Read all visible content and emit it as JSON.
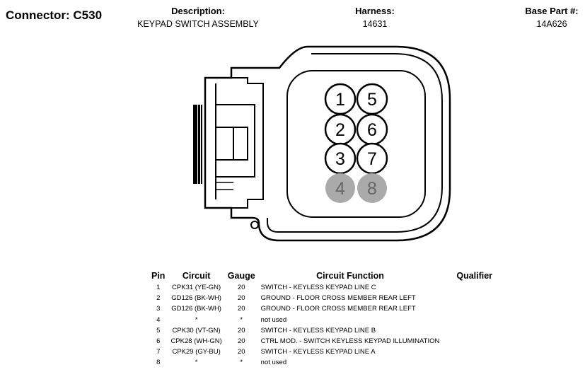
{
  "header": {
    "connector": "Connector: C530",
    "description_label": "Description:",
    "description_value": "KEYPAD SWITCH ASSEMBLY",
    "harness_label": "Harness:",
    "harness_value": "14631",
    "base_part_label": "Base Part #:",
    "base_part_value": "14A626"
  },
  "connector_pins": [
    {
      "label": "1",
      "used": true
    },
    {
      "label": "5",
      "used": true
    },
    {
      "label": "2",
      "used": true
    },
    {
      "label": "6",
      "used": true
    },
    {
      "label": "3",
      "used": true
    },
    {
      "label": "7",
      "used": true
    },
    {
      "label": "4",
      "used": false
    },
    {
      "label": "8",
      "used": false
    }
  ],
  "colors": {
    "unused_pin": "#aaaaaa",
    "unused_pin_text": "#666666"
  },
  "table": {
    "headers": [
      "Pin",
      "Circuit",
      "Gauge",
      "Circuit Function",
      "Qualifier"
    ],
    "rows": [
      {
        "pin": "1",
        "circuit": "CPK31 (YE-GN)",
        "gauge": "20",
        "function": "SWITCH - KEYLESS KEYPAD LINE C",
        "qualifier": ""
      },
      {
        "pin": "2",
        "circuit": "GD126 (BK-WH)",
        "gauge": "20",
        "function": "GROUND - FLOOR CROSS MEMBER REAR LEFT",
        "qualifier": ""
      },
      {
        "pin": "3",
        "circuit": "GD126 (BK-WH)",
        "gauge": "20",
        "function": "GROUND - FLOOR CROSS MEMBER REAR LEFT",
        "qualifier": ""
      },
      {
        "pin": "4",
        "circuit": "*",
        "gauge": "*",
        "function": "not used",
        "qualifier": ""
      },
      {
        "pin": "5",
        "circuit": "CPK30 (VT-GN)",
        "gauge": "20",
        "function": "SWITCH - KEYLESS KEYPAD LINE B",
        "qualifier": ""
      },
      {
        "pin": "6",
        "circuit": "CPK28 (WH-GN)",
        "gauge": "20",
        "function": "CTRL MOD. - SWITCH KEYLESS KEYPAD ILLUMINATION",
        "qualifier": ""
      },
      {
        "pin": "7",
        "circuit": "CPK29 (GY-BU)",
        "gauge": "20",
        "function": "SWITCH - KEYLESS KEYPAD LINE A",
        "qualifier": ""
      },
      {
        "pin": "8",
        "circuit": "*",
        "gauge": "*",
        "function": "not used",
        "qualifier": ""
      }
    ]
  }
}
